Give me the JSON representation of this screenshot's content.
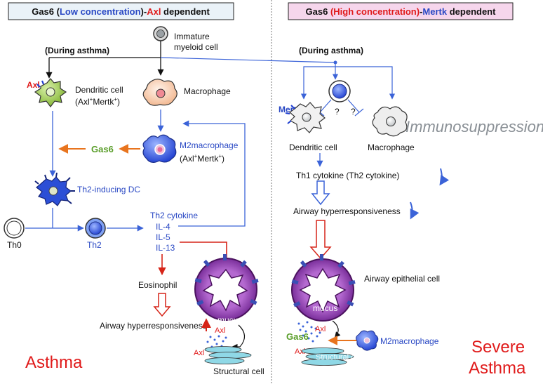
{
  "left_panel": {
    "header_parts": [
      "Gas6 (",
      "Low concentration",
      ")-",
      "Axl",
      " dependent"
    ],
    "during_asthma": "(During asthma)",
    "immature_myeloid_line1": "Immature",
    "immature_myeloid_line2": "myeloid cell",
    "axl_label": "Axl",
    "dendritic_cell_line1": "Dendritic cell",
    "dendritic_cell_line2_parts": [
      "(Axl",
      "+",
      "Mertk",
      "+",
      ")"
    ],
    "macrophage": "Macrophage",
    "m2macrophage": "M2macrophage",
    "m2_receptors_parts": [
      "(Axl",
      "+",
      "Mertk",
      "+",
      ")"
    ],
    "gas6": "Gas6",
    "th2_inducing_dc": "Th2-inducing DC",
    "th0": "Th0",
    "th2": "Th2",
    "th2_cytokine": "Th2 cytokine",
    "il4": "IL-4",
    "il5": "IL-5",
    "il13": "IL-13",
    "eosinophil": "Eosinophil",
    "airway_hyperresponsiveness": "Airway hyperresponsiveness",
    "mucus": "mucus",
    "axl_top": "Axl",
    "axl_bottom": "Axl",
    "structural_cell": "Structural cell",
    "condition": "Asthma"
  },
  "right_panel": {
    "header_parts": [
      "Gas6 ",
      "(High concentration)",
      "-",
      "Mertk",
      " dependent"
    ],
    "during_asthma": "(During asthma)",
    "mertk_label": "Mertk",
    "question_1": "?",
    "question_2": "?",
    "immunosuppression": "Immunosuppression",
    "dendritic_cell": "Dendritic cell",
    "macrophage": "Macrophage",
    "th1_cytokine": "Th1 cytokine (Th2 cytokine)",
    "airway_hyperresponsiveness": "Airway hyperresponsiveness",
    "airway_epithelial_cell": "Airway epithelial cell",
    "mucus": "mucus",
    "gas6": "Gas6",
    "axl_top": "Axl",
    "axl_bottom": "Axl",
    "m2macrophage": "M2macrophage",
    "structural_cell_partial": "Structural cell",
    "condition_line1": "Severe",
    "condition_line2": "Asthma"
  },
  "colors": {
    "blue_arrow": "#3b63d8",
    "orange_arrow": "#e8741e",
    "red_arrow": "#d62418",
    "text_blue": "#2948c4",
    "text_red": "#e01a1a",
    "text_green": "#5a9e2a",
    "left_header_bg": "#eaf2f8",
    "right_header_bg": "#f6d6ec",
    "epithelium_purple": "#7b2c9a",
    "structural_cyan": "#8fd8e6",
    "immunosuppression_grey": "#8a9096"
  }
}
